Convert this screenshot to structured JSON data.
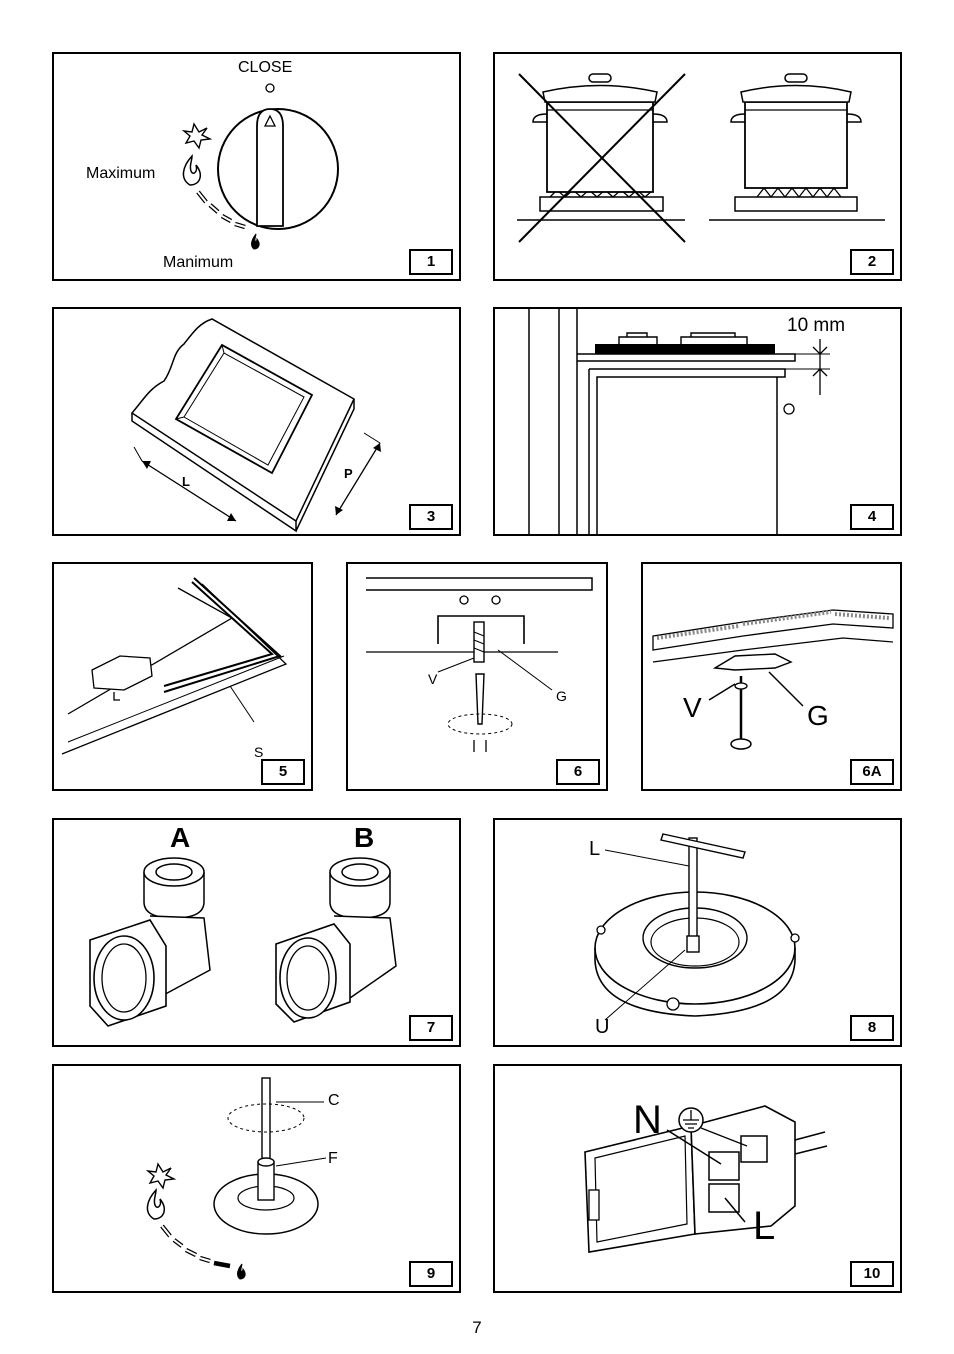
{
  "page_number": "7",
  "figures": {
    "f1": {
      "number": "1",
      "close_label": "CLOSE",
      "max_label": "Maximum",
      "min_label": "Manimum"
    },
    "f2": {
      "number": "2"
    },
    "f3": {
      "number": "3",
      "length_label": "L",
      "depth_label": "P"
    },
    "f4": {
      "number": "4",
      "gap_label": "10 mm"
    },
    "f5": {
      "number": "5",
      "seal_label": "S"
    },
    "f6": {
      "number": "6",
      "screw_label": "V",
      "bracket_label": "G"
    },
    "f6a": {
      "number": "6A",
      "screw_label": "V",
      "bracket_label": "G"
    },
    "f7": {
      "number": "7",
      "label_a": "A",
      "label_b": "B"
    },
    "f8": {
      "number": "8",
      "key_label": "L",
      "nozzle_label": "U"
    },
    "f9": {
      "number": "9",
      "screwdriver_label": "C",
      "spindle_label": "F"
    },
    "f10": {
      "number": "10",
      "neutral_label": "N",
      "live_label": "L"
    }
  },
  "colors": {
    "ink": "#000000",
    "paper": "#ffffff",
    "stipple": "#888888"
  }
}
